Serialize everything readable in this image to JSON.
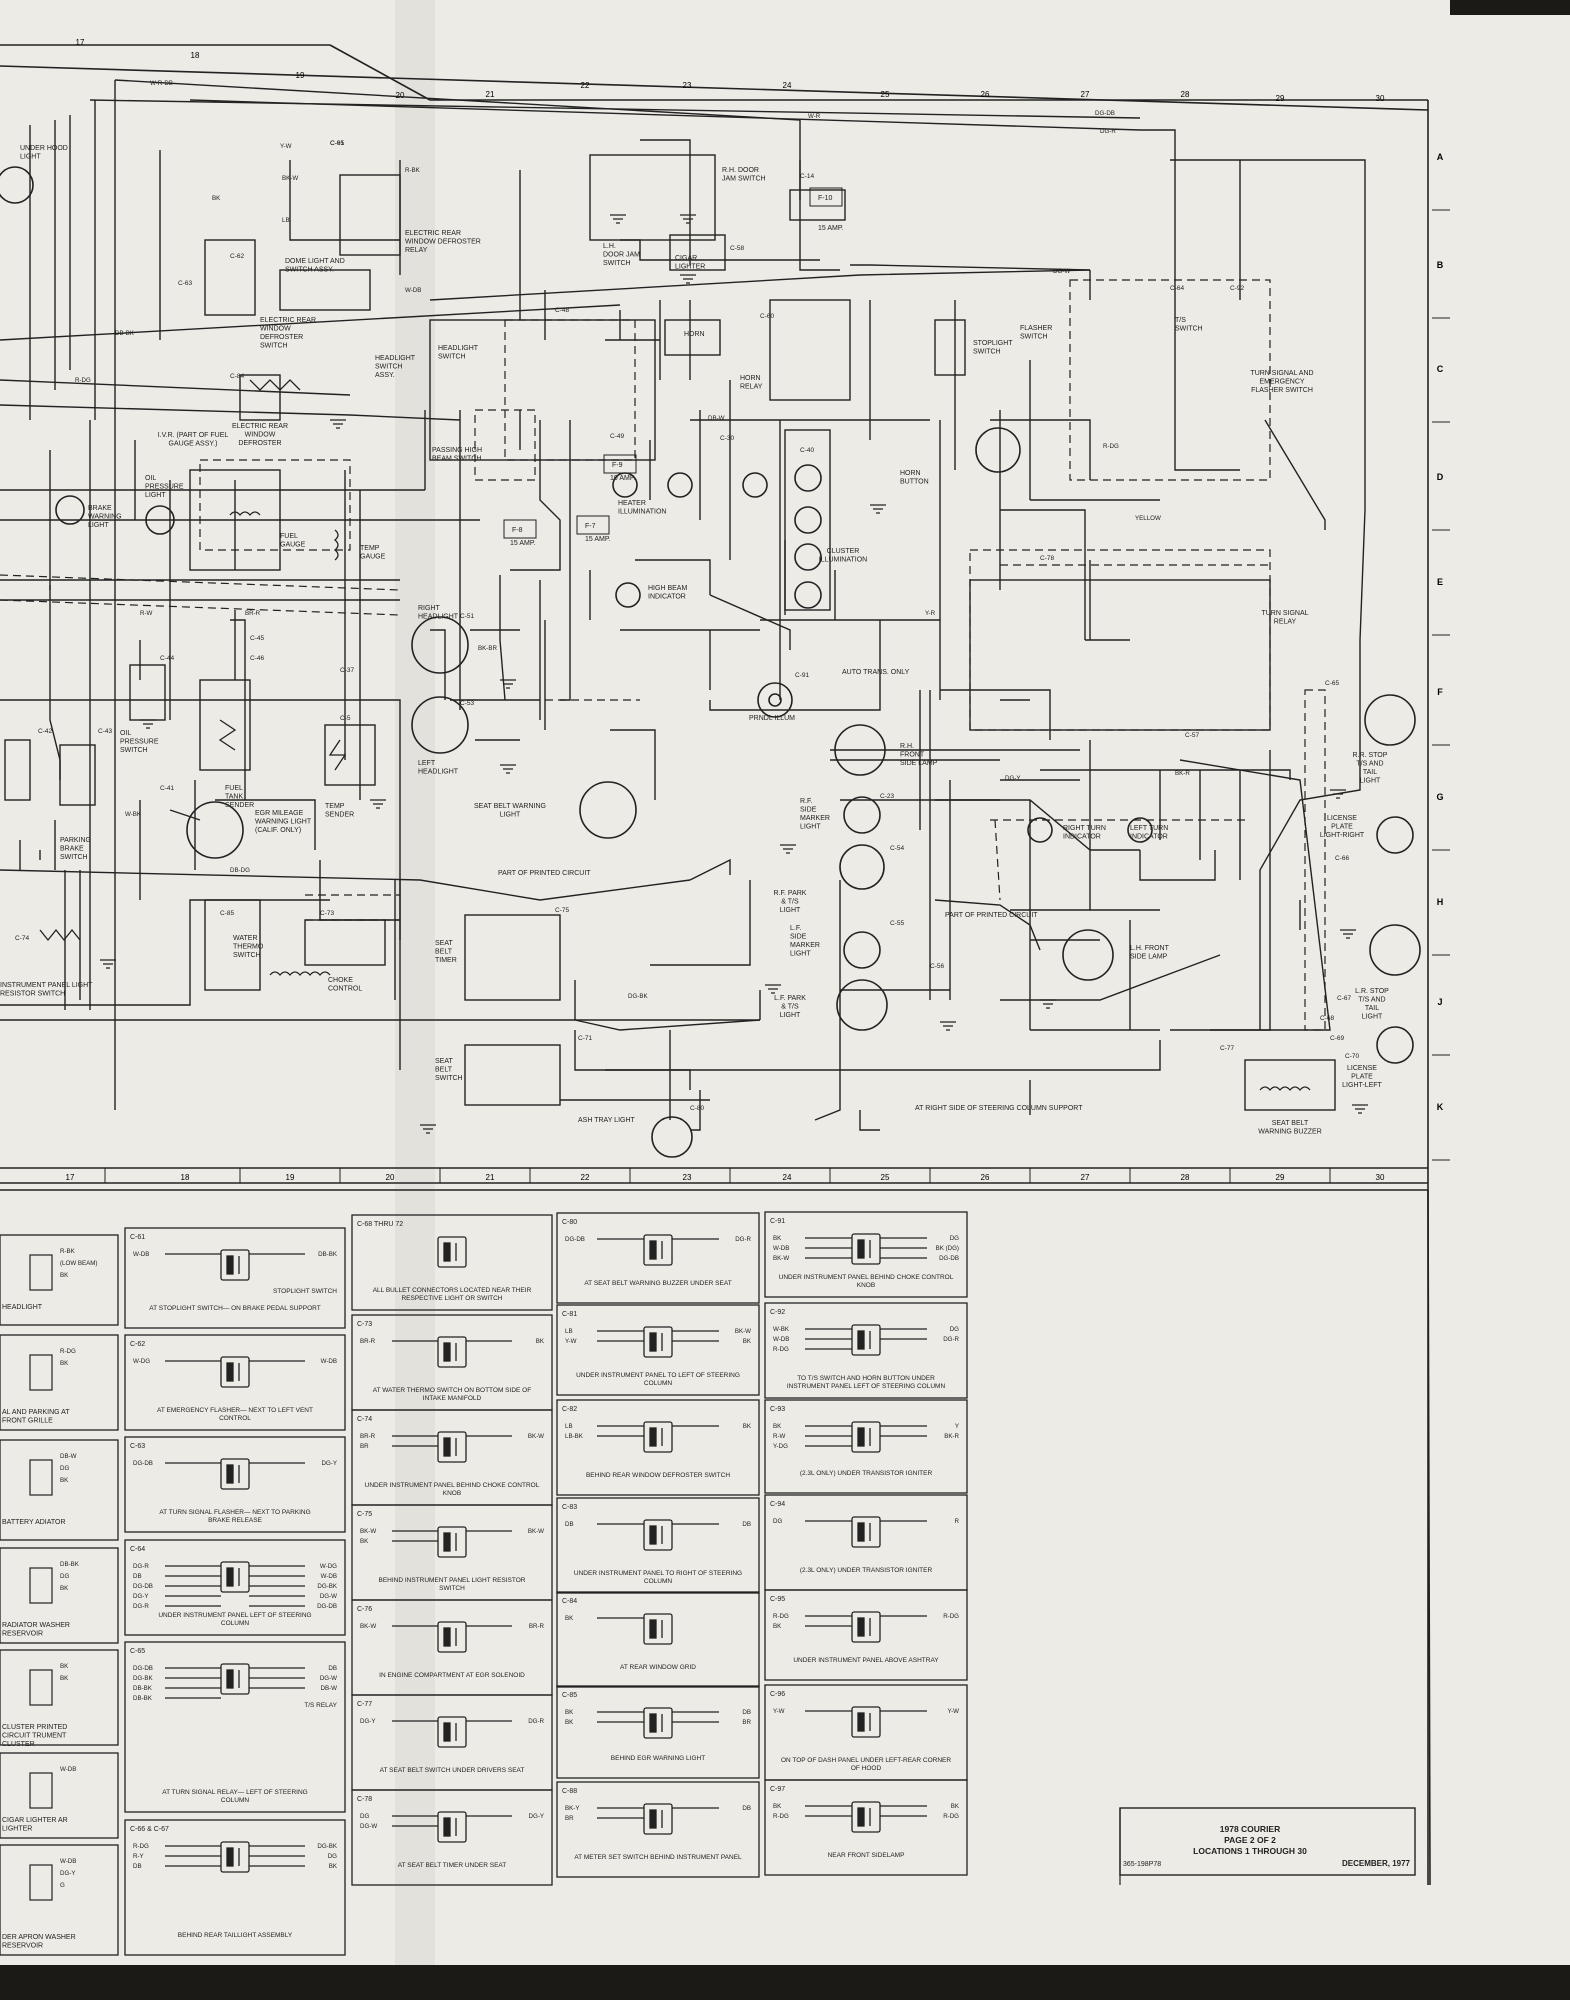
{
  "colors": {
    "paper": "#ecebe6",
    "paper_edge": "#dcdbd5",
    "ink": "#222222",
    "table_bg": "#1c1a17"
  },
  "grid": {
    "columns": [
      "17",
      "18",
      "19",
      "20",
      "21",
      "22",
      "23",
      "24",
      "25",
      "26",
      "27",
      "28",
      "29",
      "30"
    ],
    "rows": [
      "A",
      "B",
      "C",
      "D",
      "E",
      "F",
      "G",
      "H",
      "J",
      "K"
    ]
  },
  "components": [
    {
      "id": "under-hood-light",
      "label": "UNDER HOOD LIGHT"
    },
    {
      "id": "dome-light-switch",
      "label": "DOME LIGHT AND SWITCH ASSY."
    },
    {
      "id": "electric-rear-defroster-switch",
      "label": "ELECTRIC REAR WINDOW DEFROSTER SWITCH"
    },
    {
      "id": "electric-rear-defroster-relay",
      "label": "ELECTRIC REAR WINDOW DEFROSTER RELAY"
    },
    {
      "id": "electric-rear-defroster",
      "label": "ELECTRIC REAR WINDOW DEFROSTER"
    },
    {
      "id": "headlight-switch-assy",
      "label": "HEADLIGHT SWITCH ASSY."
    },
    {
      "id": "headlight-switch",
      "label": "HEADLIGHT SWITCH"
    },
    {
      "id": "passing-high-beam-switch",
      "label": "PASSING HIGH BEAM SWITCH"
    },
    {
      "id": "lh-door-jam-switch",
      "label": "L.H. DOOR JAM SWITCH"
    },
    {
      "id": "rh-door-jam-switch",
      "label": "R.H. DOOR JAM SWITCH"
    },
    {
      "id": "cigar-lighter",
      "label": "CIGAR LIGHTER"
    },
    {
      "id": "horn",
      "label": "HORN"
    },
    {
      "id": "horn-relay",
      "label": "HORN RELAY"
    },
    {
      "id": "horn-button",
      "label": "HORN BUTTON"
    },
    {
      "id": "stoplight-switch",
      "label": "STOPLIGHT SWITCH"
    },
    {
      "id": "flasher-switch",
      "label": "FLASHER SWITCH"
    },
    {
      "id": "ts-switch",
      "label": "T/S SWITCH"
    },
    {
      "id": "turn-signal-flasher-switch",
      "label": "TURN SIGNAL AND EMERGENCY FLASHER SWITCH"
    },
    {
      "id": "ivr",
      "label": "I.V.R. (PART OF FUEL GAUGE ASSY.)"
    },
    {
      "id": "brake-warning-light",
      "label": "BRAKE WARNING LIGHT"
    },
    {
      "id": "oil-pressure-light",
      "label": "OIL PRESSURE LIGHT"
    },
    {
      "id": "fuel-gauge",
      "label": "FUEL GAUGE"
    },
    {
      "id": "temp-gauge",
      "label": "TEMP GAUGE"
    },
    {
      "id": "heater-illumination",
      "label": "HEATER ILLUMINATION"
    },
    {
      "id": "cluster-illumination",
      "label": "CLUSTER ILLUMINATION"
    },
    {
      "id": "high-beam-indicator",
      "label": "HIGH BEAM INDICATOR"
    },
    {
      "id": "turn-signal-relay",
      "label": "TURN SIGNAL RELAY"
    },
    {
      "id": "right-headlight",
      "label": "RIGHT HEADLIGHT"
    },
    {
      "id": "left-headlight",
      "label": "LEFT HEADLIGHT"
    },
    {
      "id": "oil-pressure-switch",
      "label": "OIL PRESSURE SWITCH"
    },
    {
      "id": "fuel-tank-sender",
      "label": "FUEL TANK SENDER"
    },
    {
      "id": "temp-sender",
      "label": "TEMP SENDER"
    },
    {
      "id": "parking-brake-switch",
      "label": "PARKING BRAKE SWITCH"
    },
    {
      "id": "egr-mileage-warning-light",
      "label": "EGR MILEAGE WARNING LIGHT (CALIF. ONLY)"
    },
    {
      "id": "seat-belt-warning-light",
      "label": "SEAT BELT WARNING LIGHT"
    },
    {
      "id": "prndl-illum",
      "label": "PRNDL ILLUM"
    },
    {
      "id": "rh-front-side-lamp",
      "label": "R.H. FRONT SIDE LAMP"
    },
    {
      "id": "rf-side-marker-light",
      "label": "R.F. SIDE MARKER LIGHT"
    },
    {
      "id": "rf-park-ts-light",
      "label": "R.F. PARK & T/S LIGHT"
    },
    {
      "id": "lf-side-marker-light",
      "label": "L.F. SIDE MARKER LIGHT"
    },
    {
      "id": "lf-park-ts-light",
      "label": "L.F. PARK & T/S LIGHT"
    },
    {
      "id": "right-turn-indicator",
      "label": "RIGHT TURN INDICATOR"
    },
    {
      "id": "left-turn-indicator",
      "label": "LEFT TURN INDICATOR"
    },
    {
      "id": "lh-front-side-lamp",
      "label": "L.H. FRONT SIDE LAMP"
    },
    {
      "id": "rr-stop-ts-tail",
      "label": "R.R. STOP T/S AND TAIL LIGHT"
    },
    {
      "id": "license-plate-right",
      "label": "LICENSE PLATE LIGHT-RIGHT"
    },
    {
      "id": "lr-stop-ts-tail",
      "label": "L.R. STOP T/S AND TAIL LIGHT"
    },
    {
      "id": "license-plate-left",
      "label": "LICENSE PLATE LIGHT-LEFT"
    },
    {
      "id": "water-thermo-switch",
      "label": "WATER THERMO SWITCH"
    },
    {
      "id": "choke-control",
      "label": "CHOKE CONTROL"
    },
    {
      "id": "instrument-panel-light-resistor",
      "label": "INSTRUMENT PANEL LIGHT RESISTOR SWITCH"
    },
    {
      "id": "seat-belt-timer",
      "label": "SEAT BELT TIMER"
    },
    {
      "id": "seat-belt-switch",
      "label": "SEAT BELT SWITCH"
    },
    {
      "id": "seat-belt-warning-buzzer",
      "label": "SEAT BELT WARNING BUZZER"
    },
    {
      "id": "ash-tray-light",
      "label": "ASH TRAY LIGHT"
    },
    {
      "id": "auto-trans-only",
      "label": "AUTO TRANS. ONLY"
    },
    {
      "id": "steering-column-ground",
      "label": "AT RIGHT SIDE OF STEERING COLUMN SUPPORT"
    },
    {
      "id": "printed-circuit-1",
      "label": "PART OF PRINTED CIRCUIT"
    },
    {
      "id": "printed-circuit-2",
      "label": "PART OF PRINTED CIRCUIT"
    }
  ],
  "fuses": [
    {
      "id": "f10",
      "label": "F-10",
      "rating": "15 AMP."
    },
    {
      "id": "f9",
      "label": "F-9",
      "rating": "10 AMP."
    },
    {
      "id": "f8",
      "label": "F-8",
      "rating": "15 AMP."
    },
    {
      "id": "f7",
      "label": "F-7",
      "rating": "15 AMP."
    }
  ],
  "wire_labels": [
    "W-R-DB",
    "Y-W",
    "BK-W",
    "BK",
    "LB",
    "W-R",
    "DG-DB",
    "DG-R",
    "W-DB",
    "R-BK",
    "DB-BK",
    "R-DG",
    "DG-W",
    "DB-W",
    "DG-Y",
    "Y-R",
    "YELLOW",
    "R-W",
    "BR-R",
    "BK-BR",
    "DB-DG",
    "W-BK",
    "DG-BK",
    "R-DG",
    "BK-R"
  ],
  "connectors": [
    "C-61",
    "C-63",
    "C-62",
    "C-14",
    "C-58",
    "C-60",
    "C-48",
    "C-49",
    "C-30",
    "C-40",
    "C-64",
    "C-92",
    "C-84",
    "C-51",
    "C-53",
    "C-42",
    "C-43",
    "C-44",
    "C-46",
    "C-45",
    "C-37",
    "C-5",
    "C-41",
    "C-85",
    "C-73",
    "C-74",
    "C-75",
    "C-78",
    "C-91",
    "C-23",
    "C-54",
    "C-55",
    "C-56",
    "C-57",
    "C-65",
    "C-66",
    "C-67",
    "C-68",
    "C-69",
    "C-70",
    "C-71",
    "C-77",
    "C-80",
    "C-95"
  ],
  "connector_cells": [
    {
      "id": "c-61",
      "title": "C-61",
      "caption": "AT STOPLIGHT SWITCH— ON BRAKE PEDAL SUPPORT",
      "wires": [
        "W-DB",
        "DB-BK"
      ],
      "note": "STOPLIGHT SWITCH"
    },
    {
      "id": "c-68",
      "title": "C-68 THRU 72",
      "caption": "ALL BULLET CONNECTORS LOCATED NEAR THEIR RESPECTIVE LIGHT OR SWITCH",
      "wires": []
    },
    {
      "id": "c-80",
      "title": "C-80",
      "caption": "AT SEAT BELT WARNING BUZZER UNDER SEAT",
      "wires": [
        "DG-DB",
        "DG-R"
      ]
    },
    {
      "id": "c-91",
      "title": "C-91",
      "caption": "UNDER INSTRUMENT PANEL BEHIND CHOKE CONTROL KNOB",
      "wires": [
        "BK",
        "DG",
        "W-DB",
        "BK (DG)",
        "BK-W",
        "DG-DB"
      ]
    },
    {
      "id": "c-62",
      "title": "C-62",
      "caption": "AT EMERGENCY FLASHER— NEXT TO LEFT VENT CONTROL",
      "wires": [
        "W-DG",
        "W-DB"
      ]
    },
    {
      "id": "c-73",
      "title": "C-73",
      "caption": "AT WATER THERMO SWITCH ON BOTTOM SIDE OF INTAKE MANIFOLD",
      "wires": [
        "BR-R",
        "BK"
      ]
    },
    {
      "id": "c-81",
      "title": "C-81",
      "caption": "UNDER INSTRUMENT PANEL TO LEFT OF STEERING COLUMN",
      "wires": [
        "LB",
        "BK-W",
        "Y-W",
        "BK"
      ]
    },
    {
      "id": "c-92",
      "title": "C-92",
      "caption": "TO T/S SWITCH AND HORN BUTTON UNDER INSTRUMENT PANEL LEFT OF STEERING COLUMN",
      "wires": [
        "W-BK",
        "DG",
        "W-DB",
        "DG-R",
        "R-DG"
      ]
    },
    {
      "id": "c-63",
      "title": "C-63",
      "caption": "AT TURN SIGNAL FLASHER— NEXT TO PARKING BRAKE RELEASE",
      "wires": [
        "DG-DB",
        "DG-Y"
      ]
    },
    {
      "id": "c-74",
      "title": "C-74",
      "caption": "UNDER INSTRUMENT PANEL BEHIND CHOKE CONTROL KNOB",
      "wires": [
        "BR-R",
        "BK-W",
        "BR"
      ]
    },
    {
      "id": "c-82",
      "title": "C-82",
      "caption": "BEHIND REAR WINDOW DEFROSTER SWITCH",
      "wires": [
        "LB",
        "BK",
        "LB-BK"
      ]
    },
    {
      "id": "c-93",
      "title": "C-93",
      "caption": "(2.3L ONLY) UNDER TRANSISTOR IGNITER",
      "wires": [
        "BK",
        "Y",
        "R-W",
        "BK-R",
        "Y-DG"
      ]
    },
    {
      "id": "c-64",
      "title": "C-64",
      "caption": "UNDER INSTRUMENT PANEL LEFT OF STEERING COLUMN",
      "wires": [
        "DG-R",
        "W-DG",
        "DB",
        "W-DB",
        "DG-DB",
        "DG-BK",
        "DG-Y",
        "DG-W",
        "DG-R",
        "DG-DB"
      ]
    },
    {
      "id": "c-75",
      "title": "C-75",
      "caption": "BEHIND INSTRUMENT PANEL LIGHT RESISTOR SWITCH",
      "wires": [
        "BK-W",
        "BK-W",
        "BK"
      ]
    },
    {
      "id": "c-83",
      "title": "C-83",
      "caption": "UNDER INSTRUMENT PANEL TO RIGHT OF STEERING COLUMN",
      "wires": [
        "DB",
        "DB"
      ]
    },
    {
      "id": "c-94",
      "title": "C-94",
      "caption": "(2.3L ONLY) UNDER TRANSISTOR IGNITER",
      "wires": [
        "DG",
        "R"
      ]
    },
    {
      "id": "c-76",
      "title": "C-76",
      "caption": "IN ENGINE COMPARTMENT AT EGR SOLENOID",
      "wires": [
        "BK-W",
        "BR-R"
      ]
    },
    {
      "id": "c-84",
      "title": "C-84",
      "caption": "AT REAR WINDOW GRID",
      "wires": [
        "BK"
      ]
    },
    {
      "id": "c-95",
      "title": "C-95",
      "caption": "UNDER INSTRUMENT PANEL ABOVE ASHTRAY",
      "wires": [
        "R-DG",
        "R-DG",
        "BK"
      ]
    },
    {
      "id": "c-65",
      "title": "C-65",
      "caption": "AT TURN SIGNAL RELAY— LEFT OF STEERING COLUMN",
      "wires": [
        "DG-DB",
        "DB",
        "DG-BK",
        "DG-W",
        "DB-BK",
        "DB-W",
        "DB-BK"
      ],
      "note": "T/S RELAY"
    },
    {
      "id": "c-77",
      "title": "C-77",
      "caption": "AT SEAT BELT SWITCH UNDER DRIVERS SEAT",
      "wires": [
        "DG-Y",
        "DG-R"
      ]
    },
    {
      "id": "c-85",
      "title": "C-85",
      "caption": "BEHIND EGR WARNING LIGHT",
      "wires": [
        "BK",
        "DB",
        "BK",
        "BR"
      ]
    },
    {
      "id": "c-96",
      "title": "C-96",
      "caption": "ON TOP OF DASH PANEL UNDER LEFT-REAR CORNER OF HOOD",
      "wires": [
        "Y-W",
        "Y-W"
      ]
    },
    {
      "id": "c-78",
      "title": "C-78",
      "caption": "AT SEAT BELT TIMER UNDER SEAT",
      "wires": [
        "DG",
        "DG-Y",
        "DG-W"
      ]
    },
    {
      "id": "c-88",
      "title": "C-88",
      "caption": "AT METER SET SWITCH BEHIND INSTRUMENT PANEL",
      "wires": [
        "BK-Y",
        "DB",
        "BR"
      ]
    },
    {
      "id": "c-97",
      "title": "C-97",
      "caption": "NEAR FRONT SIDELAMP",
      "wires": [
        "BK",
        "BK",
        "R-DG",
        "R-DG"
      ]
    },
    {
      "id": "c-66",
      "title": "C-66 & C-67",
      "caption": "BEHIND REAR TAILLIGHT ASSEMBLY",
      "wires": [
        "R-DG",
        "DG-BK",
        "R-Y",
        "DG",
        "DB",
        "BK"
      ]
    }
  ],
  "left_cells": [
    {
      "id": "lc-1",
      "wires": [
        "R-BK",
        "(LOW BEAM)",
        "BK"
      ],
      "caption": "HEADLIGHT"
    },
    {
      "id": "lc-2",
      "wires": [
        "R-DG",
        "BK"
      ],
      "caption": "AL AND PARKING AT FRONT GRILLE"
    },
    {
      "id": "lc-3",
      "wires": [
        "DB-W",
        "DG",
        "BK"
      ],
      "caption": "BATTERY ADIATOR"
    },
    {
      "id": "lc-4",
      "wires": [
        "DB-BK",
        "DG",
        "BK"
      ],
      "caption": "RADIATOR WASHER RESERVOIR"
    },
    {
      "id": "lc-5",
      "wires": [
        "BK",
        "BK"
      ],
      "caption": "CLUSTER PRINTED CIRCUIT TRUMENT CLUSTER"
    },
    {
      "id": "lc-6",
      "wires": [
        "W-DB"
      ],
      "caption": "CIGAR LIGHTER AR LIGHTER"
    },
    {
      "id": "lc-7",
      "wires": [
        "W-DB",
        "DG-Y",
        "G"
      ],
      "caption": "DER APRON WASHER RESERVOIR"
    }
  ],
  "title_block": {
    "line1": "1978 COURIER",
    "line2": "PAGE 2 OF 2",
    "line3": "LOCATIONS 1 THROUGH 30",
    "part_no": "365-198P78",
    "date": "DECEMBER, 1977"
  }
}
